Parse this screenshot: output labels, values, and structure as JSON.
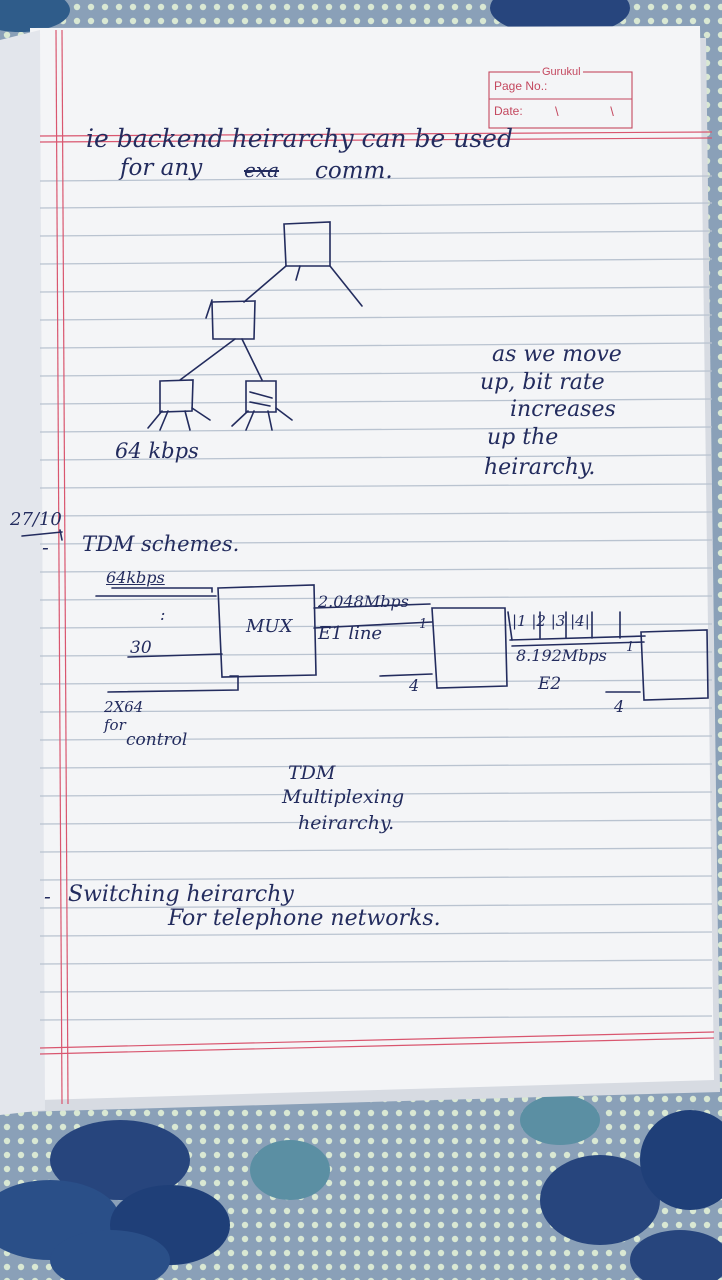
{
  "header": {
    "brand": "Gurukul",
    "page_no_label": "Page No.:",
    "date_label": "Date:",
    "date_value": "\\ \\"
  },
  "notes": {
    "line1": "ie backend heirarchy can be used",
    "line2": "for any",
    "line2_struck": "exa",
    "line2_end": "comm.",
    "tree_label": "64 kbps",
    "side_note": [
      "as we move",
      "up, bit rate",
      "increases",
      "up the",
      "heirarchy."
    ],
    "date_margin": "27/10",
    "dash1": "-",
    "tdm_heading": "TDM schemes.",
    "input_label": "64kbps",
    "input_dots": ":",
    "input_30": "30",
    "control_label_1": "2X64",
    "control_label_2": "for",
    "control_label_3": "control",
    "mux_label": "MUX",
    "e1_rate": "2.048Mbps",
    "e1_line": "E1 line",
    "box2_in_1": "1",
    "box2_in_4": "4",
    "e2_channels": "|1 |2 |3 |4|",
    "e2_rate": "8.192Mbps",
    "e2_label": "E2",
    "box3_in_1": "1",
    "box3_in_4": "4",
    "caption": [
      "TDM",
      "Multiplexing",
      "heirarchy."
    ],
    "dash2": "-",
    "switching_line1": "Switching heirarchy",
    "switching_line2": "For telephone networks."
  },
  "colors": {
    "paper": "#f4f5f7",
    "rule_line": "#b9c3d0",
    "margin_line": "#d9566f",
    "ink": "#232c5e",
    "fabric": "#6f8aa6",
    "flower": "#27457d"
  }
}
